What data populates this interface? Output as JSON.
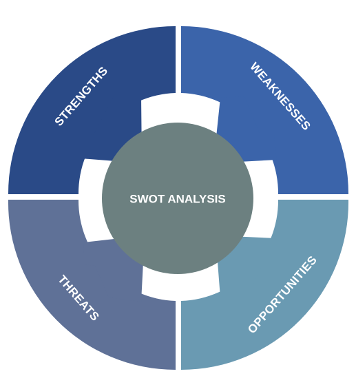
{
  "diagram": {
    "center": {
      "label": "SWOT ANALYSIS",
      "color": "#6c8080"
    },
    "quadrants": [
      {
        "key": "strengths",
        "label": "STRENGTHS",
        "color": "#2a4a87"
      },
      {
        "key": "weaknesses",
        "label": "WEAKNESSES",
        "color": "#3b64aa"
      },
      {
        "key": "opportunities",
        "label": "OPPORTUNITIES",
        "color": "#6a9ab2"
      },
      {
        "key": "threats",
        "label": "THREATS",
        "color": "#5f7197"
      }
    ],
    "background": "#ffffff"
  }
}
